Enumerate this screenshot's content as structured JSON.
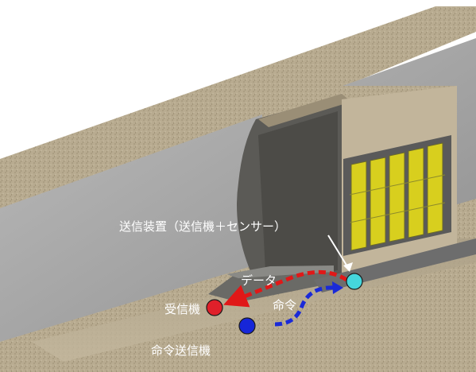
{
  "labels": {
    "transmitter_device": "送信装置（送信機＋センサー）",
    "data": "データ",
    "command": "命令",
    "receiver": "受信機",
    "command_transmitter": "命令送信機"
  },
  "colors": {
    "concrete": "#b3a68c",
    "concrete_dark": "#8f826a",
    "tunnel_gray": "#a9a9a9",
    "opening_dark": "#5b5a56",
    "panel_yellow": "#d8cf1e",
    "transmitter_dot": "#45d6dc",
    "receiver_dot": "#e0202a",
    "command_dot": "#1626d8",
    "data_arrow": "#e01818",
    "command_arrow": "#1a2ad8"
  }
}
